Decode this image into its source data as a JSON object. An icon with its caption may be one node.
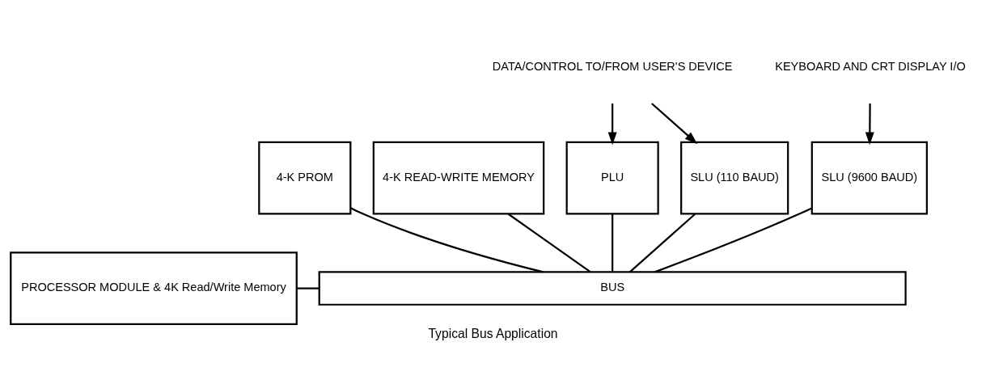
{
  "diagram": {
    "caption": "Typical Bus Application",
    "nodes": [
      {
        "text": [
          "PROCESSOR MODULE & 4K Read/Write Memory"
        ]
      },
      {
        "text": [
          "4-K PROM"
        ]
      },
      {
        "text": [
          "4-K READ-WRITE MEMORY"
        ]
      },
      {
        "text": [
          "PLU"
        ]
      },
      {
        "text": [
          "SLU (110 BAUD)"
        ]
      },
      {
        "text": [
          "SLU (9600 BAUD)"
        ]
      },
      {
        "text": [
          "BUS"
        ]
      },
      {
        "text": [
          "DATA/CONTROL TO/FROM USER'S DEVICE"
        ]
      },
      {
        "text": [
          "KEYBOARD AND CRT DISPLAY I/O"
        ]
      }
    ],
    "edges": [
      {
        "from": 0,
        "to": 6,
        "arrow": "none"
      },
      {
        "from": 1,
        "to": 6,
        "arrow": "none"
      },
      {
        "from": 2,
        "to": 6,
        "arrow": "none"
      },
      {
        "from": 3,
        "to": 6,
        "arrow": "none"
      },
      {
        "from": 4,
        "to": 6,
        "arrow": "none"
      },
      {
        "from": 5,
        "to": 6,
        "arrow": "none"
      },
      {
        "from": 7,
        "to": 3,
        "arrow": "to"
      },
      {
        "from": 7,
        "to": 4,
        "arrow": "to"
      },
      {
        "from": 8,
        "to": 5,
        "arrow": "to"
      }
    ]
  }
}
